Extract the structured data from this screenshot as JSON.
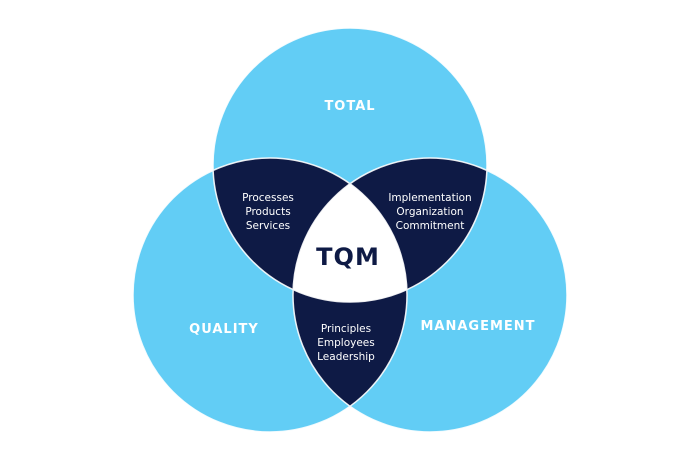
{
  "colors": {
    "circle": "#62cdf5",
    "overlap": "#0e1a45",
    "center": "#ffffff"
  },
  "circles": {
    "top": "TOTAL",
    "left": "QUALITY",
    "right": "MANAGEMENT"
  },
  "center": "TQM",
  "overlaps": {
    "top_left": [
      "Processes",
      "Products",
      "Services"
    ],
    "top_right": [
      "Implementation",
      "Organization",
      "Commitment"
    ],
    "bottom": [
      "Principles",
      "Employees",
      "Leadership"
    ]
  }
}
